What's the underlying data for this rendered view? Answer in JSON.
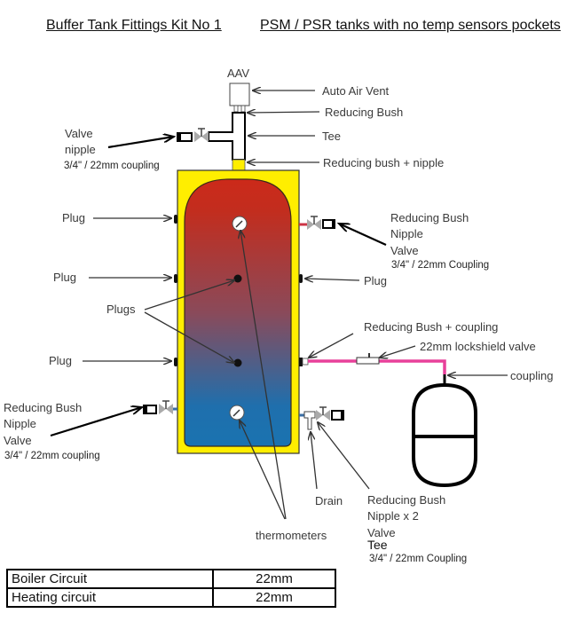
{
  "titles": {
    "kit": "Buffer Tank Fittings Kit No 1",
    "tanks": "PSM / PSR tanks with no temp sensors pockets"
  },
  "colors": {
    "jacket": "#ffee00",
    "hot": "#cc2a1a",
    "cold": "#1a73b0",
    "pipe": "#e8409a"
  },
  "labels": {
    "aav": "AAV",
    "auto_air_vent": "Auto Air Vent",
    "reducing_bush": "Reducing Bush",
    "tee": "Tee",
    "reducing_bush_nipple": "Reducing bush + nipple",
    "top_left": [
      "Valve",
      "nipple",
      "3/4\" / 22mm coupling"
    ],
    "plug_left_1": "Plug",
    "plug_left_2": "Plug",
    "plug_left_3": "Plug",
    "plug_right": "Plug",
    "plugs": "Plugs",
    "upper_right": [
      "Reducing Bush",
      "Nipple",
      "Valve",
      "3/4\" / 22mm Coupling"
    ],
    "reducing_bush_coupling": "Reducing Bush + coupling",
    "lockshield": "22mm lockshield valve",
    "coupling": "coupling",
    "lower_left": [
      "Reducing Bush",
      "Nipple",
      "Valve",
      "3/4\" / 22mm coupling"
    ],
    "drain": "Drain",
    "lower_right": [
      "Reducing Bush",
      "Nipple x 2",
      "Valve",
      "Tee",
      "3/4\" / 22mm Coupling"
    ],
    "thermometers": "thermometers"
  },
  "spec_table": [
    {
      "circuit": "Boiler Circuit",
      "size": "22mm"
    },
    {
      "circuit": "Heating circuit",
      "size": "22mm"
    }
  ]
}
